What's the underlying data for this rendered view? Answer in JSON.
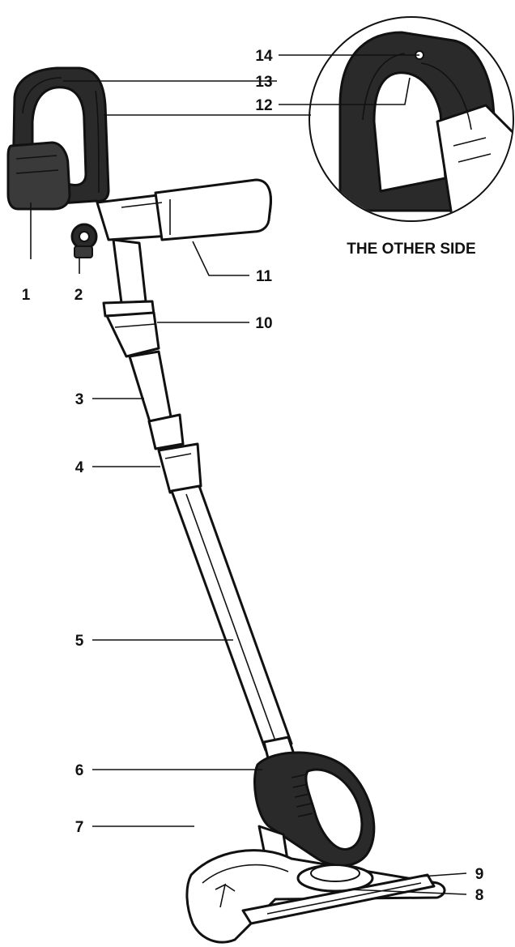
{
  "caption": "THE OTHER SIDE",
  "callouts": [
    "1",
    "2",
    "3",
    "4",
    "5",
    "6",
    "7",
    "8",
    "9",
    "10",
    "11",
    "12",
    "13",
    "14"
  ]
}
